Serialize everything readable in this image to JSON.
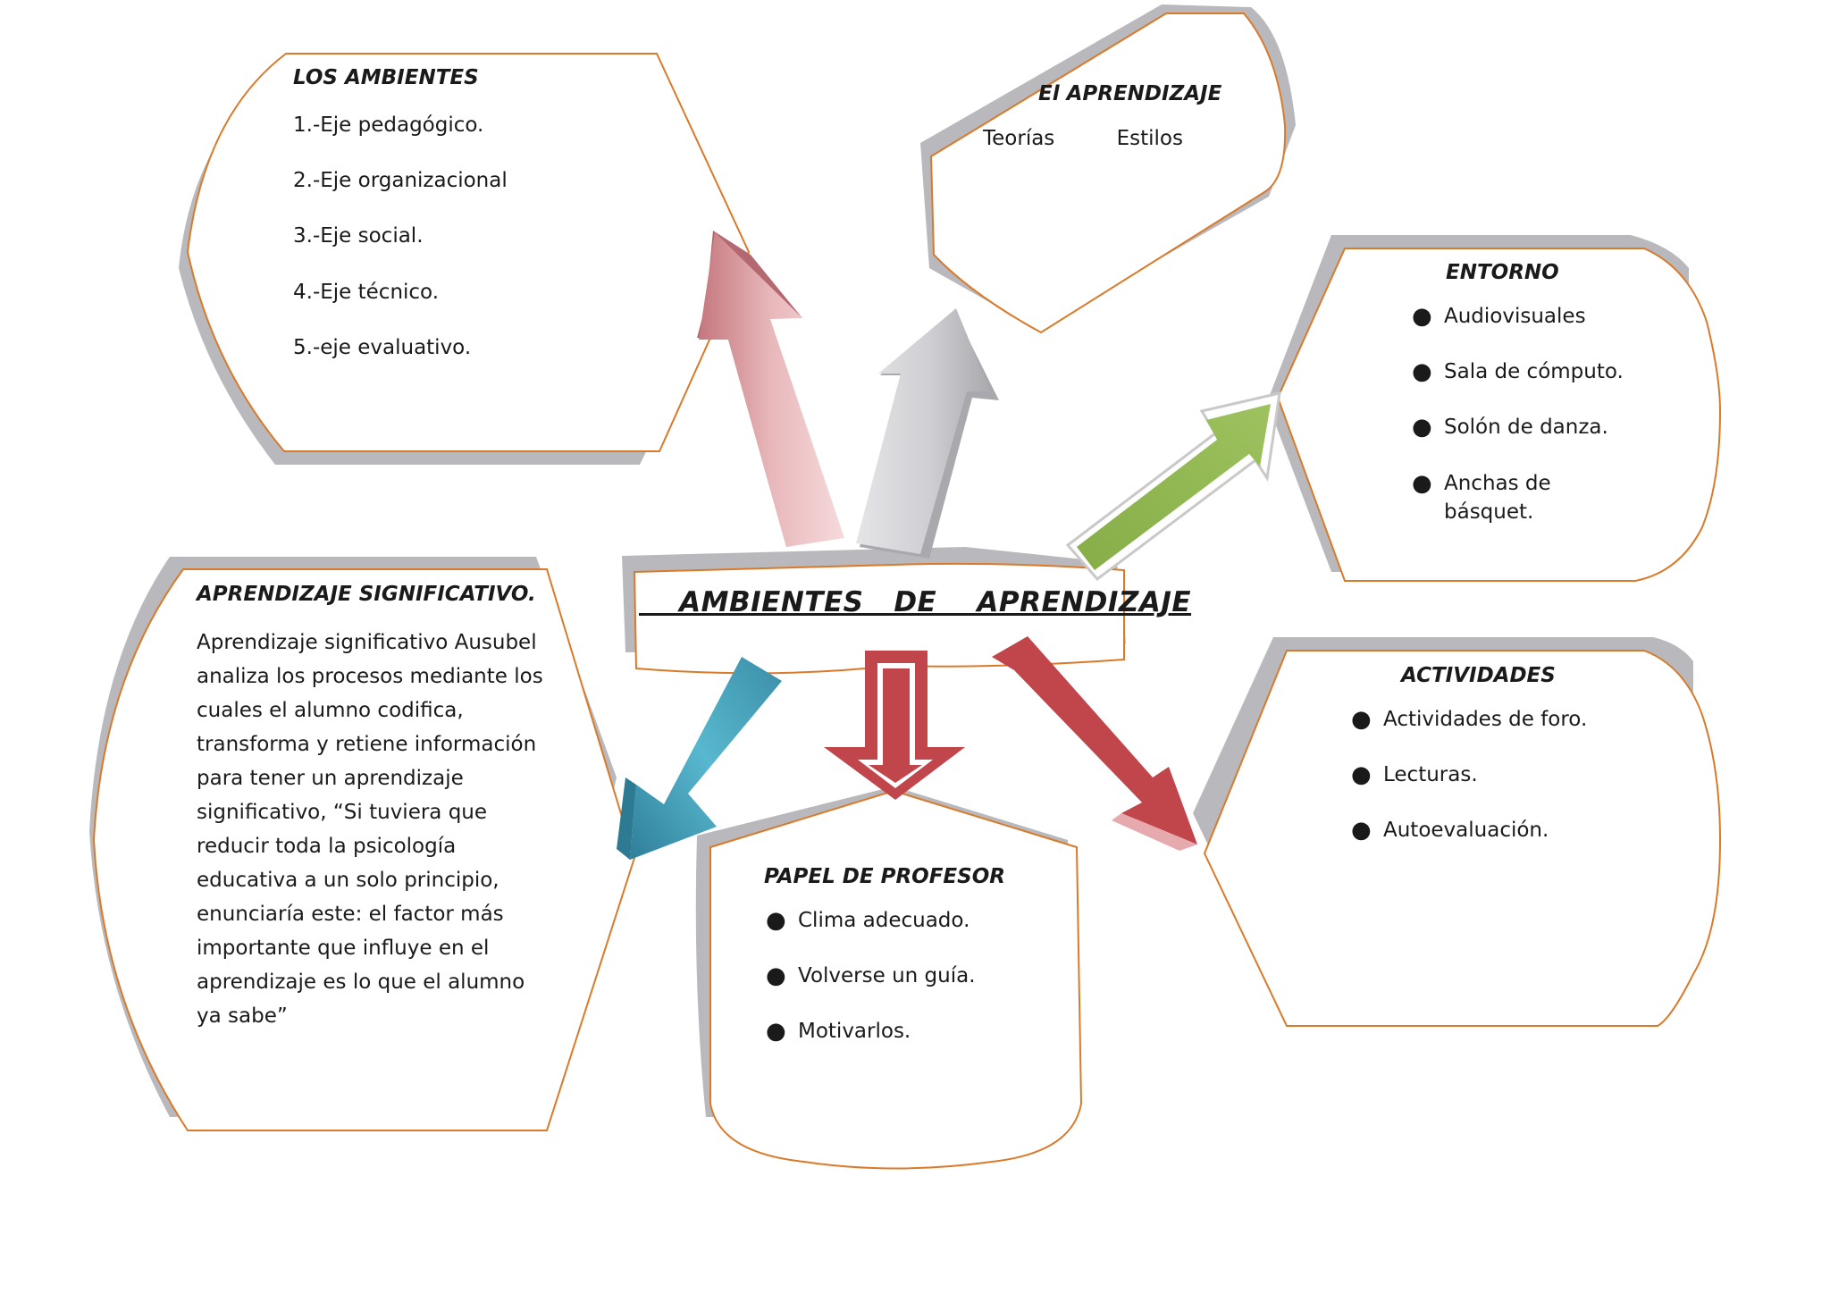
{
  "center": {
    "title": "    AMBIENTES   DE    APRENDIZAJE"
  },
  "los_ambientes": {
    "title": "LOS  AMBIENTES",
    "items": [
      "1.-Eje  pedagógico.",
      "2.-Eje  organizacional",
      "3.-Eje   social.",
      "4.-Eje    técnico.",
      "5.-eje  evaluativo."
    ]
  },
  "el_aprendizaje": {
    "title": "El APRENDIZAJE",
    "items": [
      "Teorías",
      "Estilos"
    ]
  },
  "entorno": {
    "title": "ENTORNO",
    "items": [
      "Audiovisuales",
      "Sala  de  cómputo.",
      "Solón  de  danza.",
      "Anchas  de básquet."
    ]
  },
  "actividades": {
    "title": "ACTIVIDADES",
    "items": [
      "Actividades de  foro.",
      "Lecturas.",
      "Autoevaluación."
    ]
  },
  "aprendizaje_significativo": {
    "title": "APRENDIZAJE  SIGNIFICATIVO.",
    "body": "Aprendizaje significativo Ausubel analiza los procesos mediante los cuales el alumno codifica, transforma y retiene información para tener un aprendizaje significativo, “Si tuviera que reducir toda la psicología educativa a un solo principio, enunciaría este: el factor más importante que influye en el aprendizaje es lo que el alumno ya sabe”"
  },
  "papel_profesor": {
    "title": "PAPEL  DE  PROFESOR",
    "items": [
      "Clima  adecuado.",
      "Volverse un  guía.",
      "Motivarlos."
    ]
  },
  "colors": {
    "outline": "#d97a2b",
    "shadow": "#b9b9bd",
    "arrow_pink": "#c77b80",
    "arrow_silver": "#c4c4c9",
    "arrow_green": "#8fb653",
    "arrow_blue": "#3f98ad",
    "arrow_red": "#c0464b"
  },
  "bullet_glyph": "●"
}
